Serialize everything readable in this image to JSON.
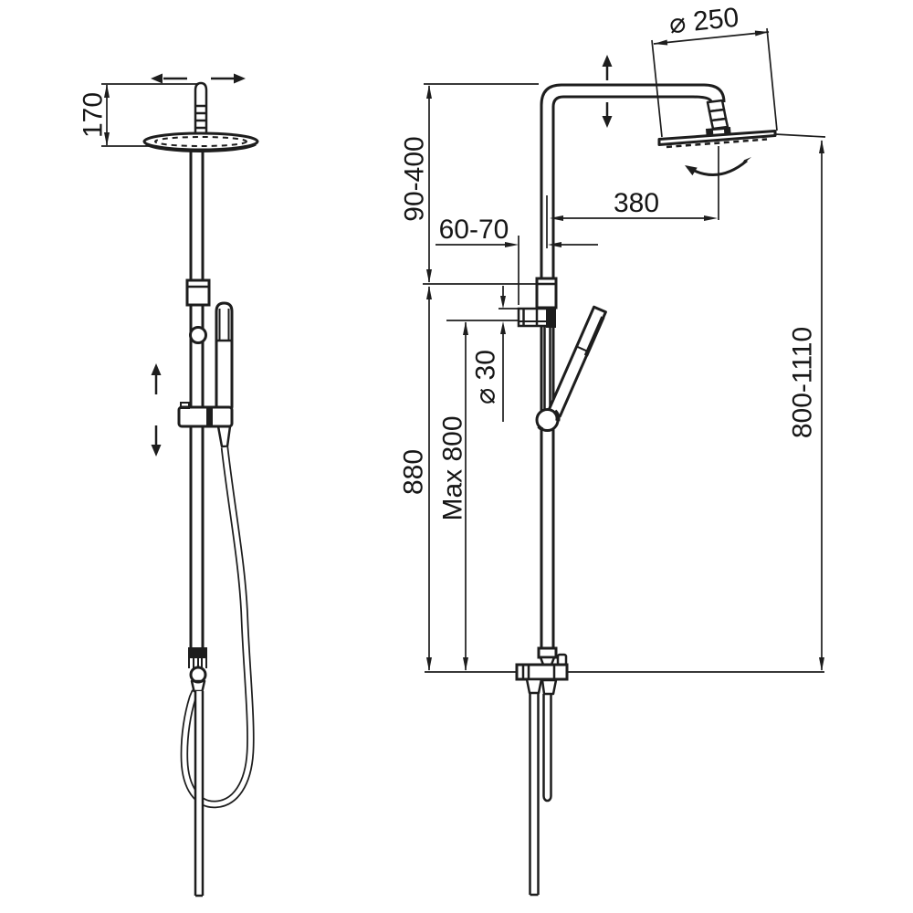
{
  "drawing": {
    "background": "#ffffff",
    "line_color": "#1d1d1d",
    "front_view": {
      "stem_height": "170"
    },
    "side_view": {
      "head_diameter": "⌀ 250",
      "upper_column_range": "90-400",
      "head_reach": "380",
      "holder_offset": "60-70",
      "pipe_diameter": "⌀ 30",
      "rail_height": "880",
      "hose_max": "Max 800",
      "overall_height_range": "800-1110"
    }
  }
}
